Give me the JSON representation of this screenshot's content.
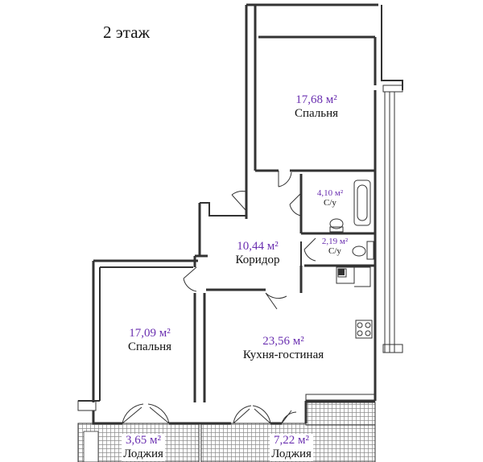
{
  "floor": {
    "title": "2 этаж"
  },
  "colors": {
    "area_text": "#6a2fb0",
    "wall": "#333333",
    "hatch": "#9a9a9a"
  },
  "rooms": {
    "bedroom_top": {
      "area": "17,68 м²",
      "name": "Спальня"
    },
    "bath": {
      "area": "4,10 м²",
      "name": "С/у"
    },
    "wc": {
      "area": "2,19 м²",
      "name": "С/у"
    },
    "corridor": {
      "area": "10,44 м²",
      "name": "Коридор"
    },
    "bedroom_left": {
      "area": "17,09 м²",
      "name": "Спальня"
    },
    "kitchen": {
      "area": "23,56 м²",
      "name": "Кухня-гостиная"
    },
    "loggia_left": {
      "area": "3,65 м²",
      "name": "Лоджия"
    },
    "loggia_right": {
      "area": "7,22 м²",
      "name": "Лоджия"
    }
  }
}
